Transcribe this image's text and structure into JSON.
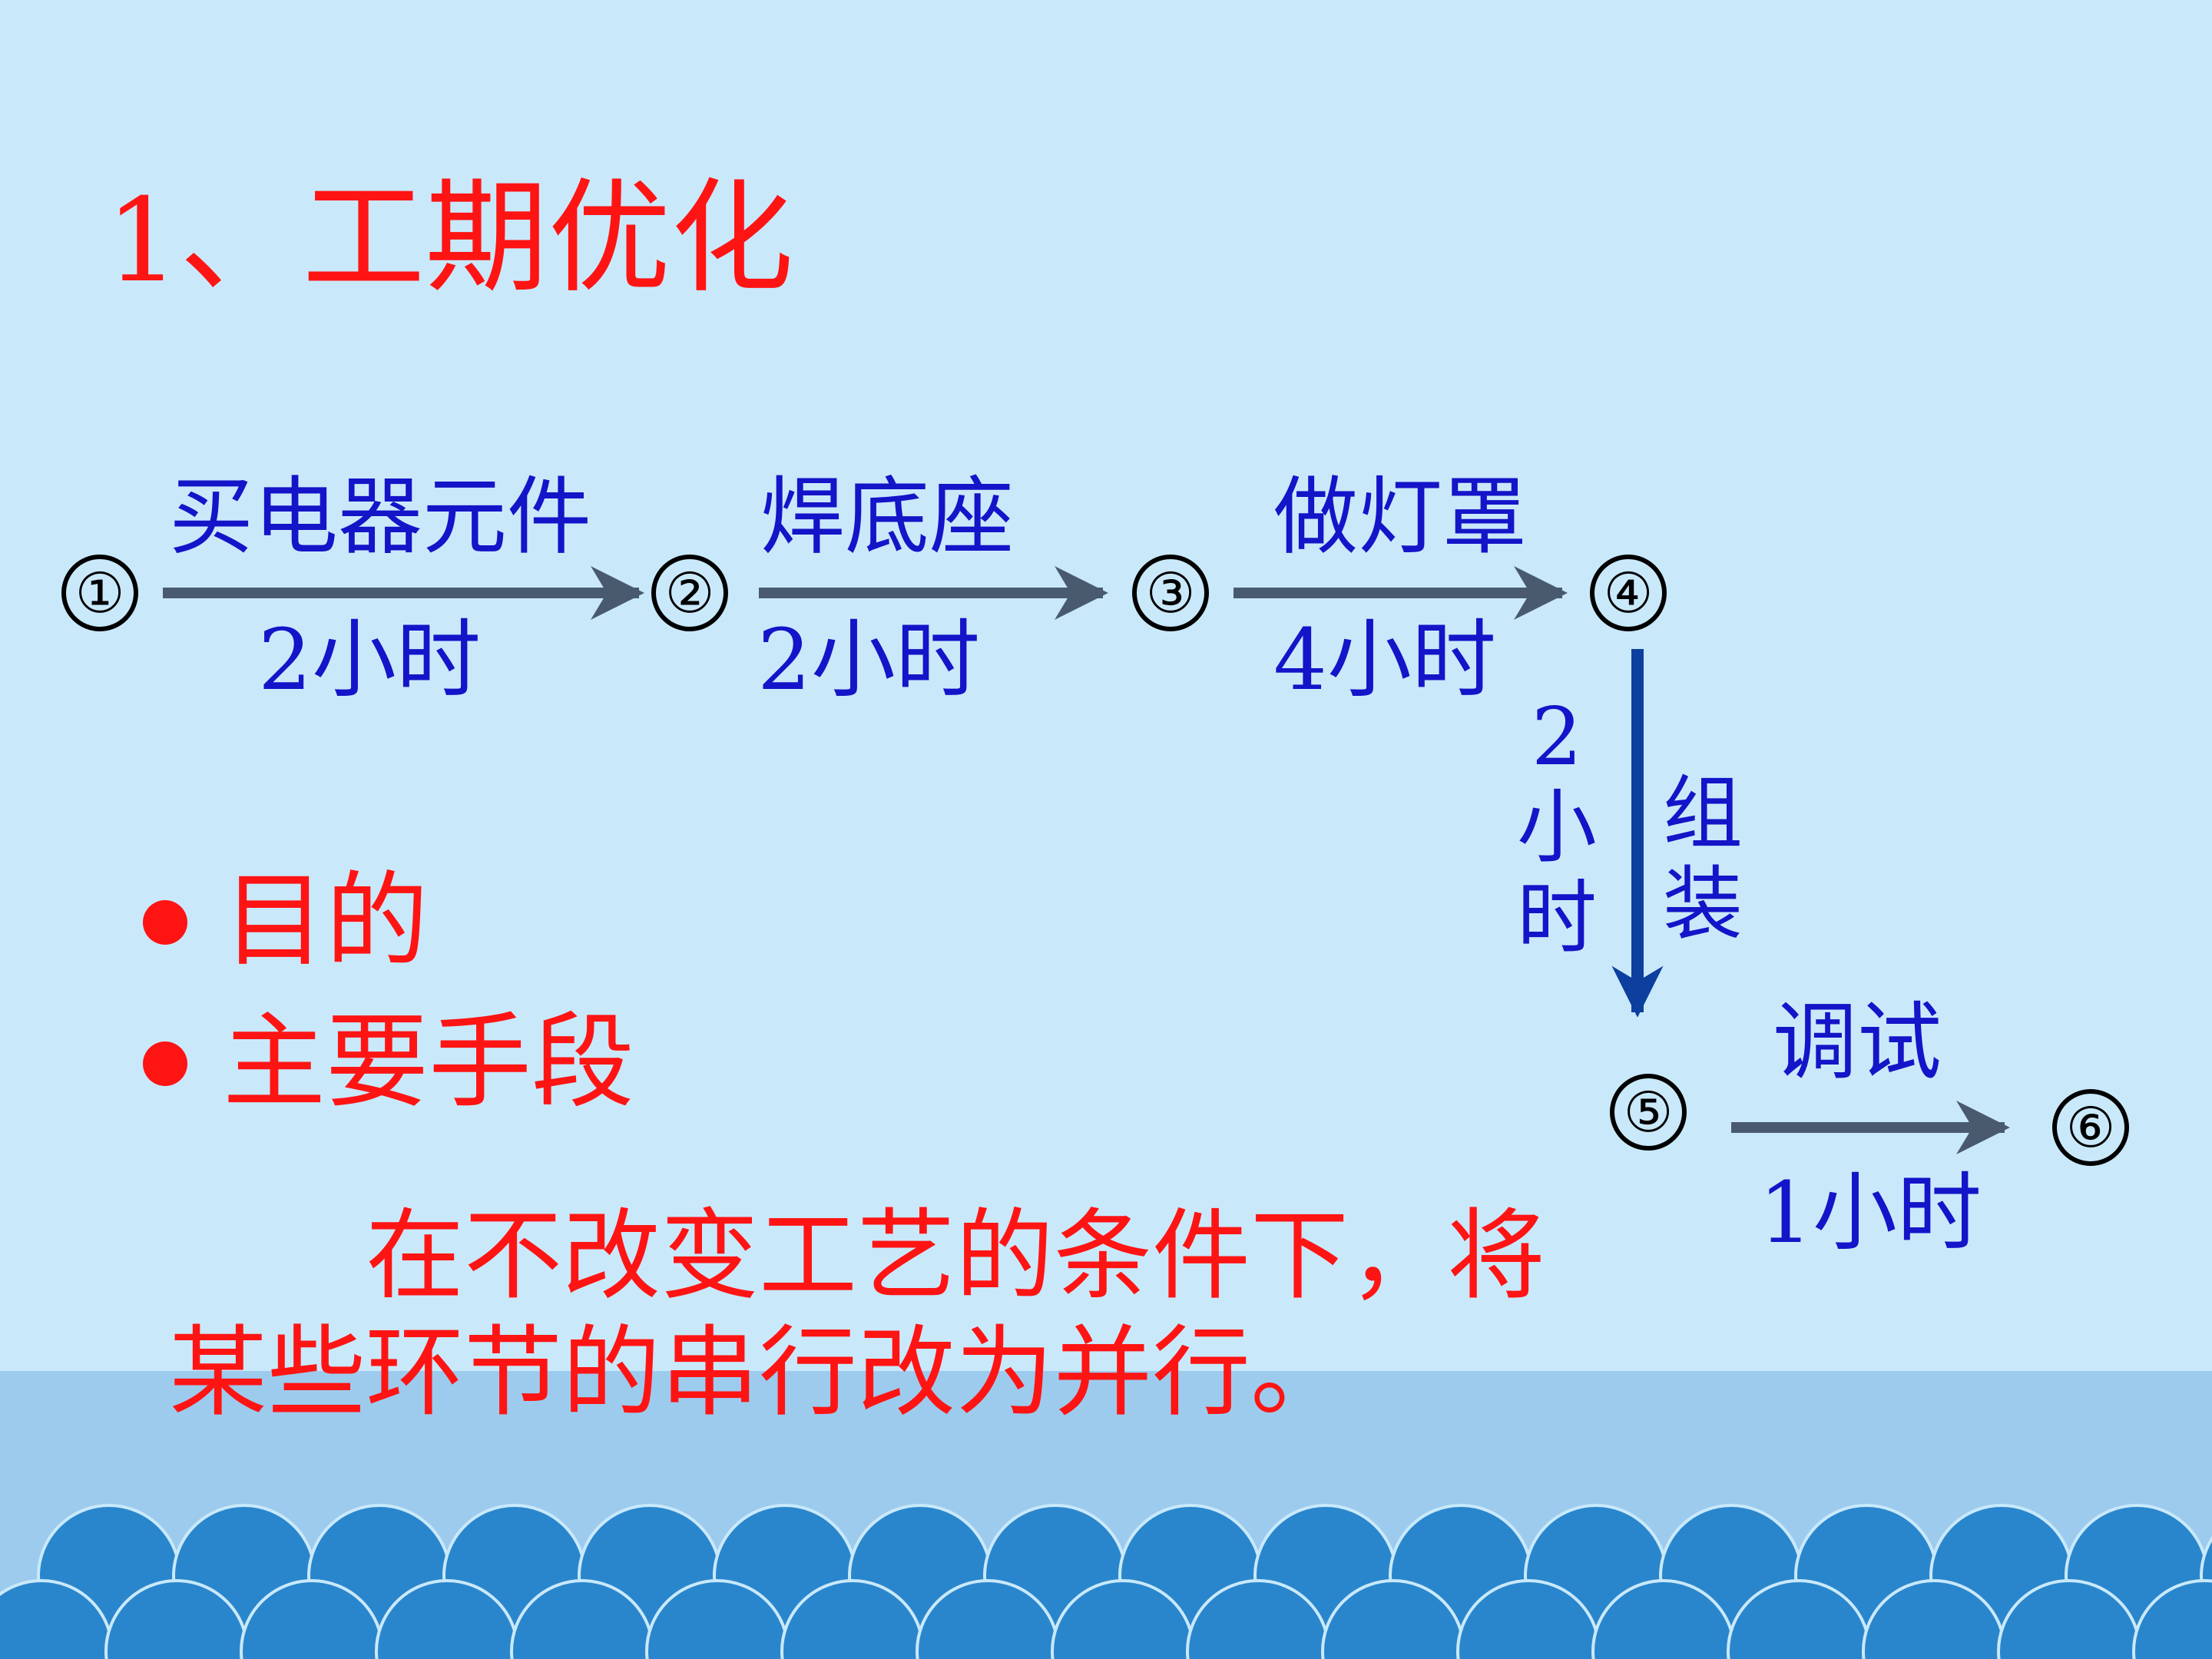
{
  "slide": {
    "title_number": "1",
    "title_text": "、工期优化",
    "bullets": [
      "目的",
      "主要手段"
    ],
    "paragraph": {
      "line1": "在不改变工艺的条件下，将",
      "line2": "某些环节的串行改为并行。"
    }
  },
  "diagram": {
    "nodes": [
      {
        "id": 1,
        "label": "①"
      },
      {
        "id": 2,
        "label": "②"
      },
      {
        "id": 3,
        "label": "③"
      },
      {
        "id": 4,
        "label": "④"
      },
      {
        "id": 5,
        "label": "⑤"
      },
      {
        "id": 6,
        "label": "⑥"
      }
    ],
    "activities": [
      {
        "from": 1,
        "to": 2,
        "name": "买电器元件",
        "duration": "2",
        "unit": "小时"
      },
      {
        "from": 2,
        "to": 3,
        "name": "焊底座",
        "duration": "2",
        "unit": "小时"
      },
      {
        "from": 3,
        "to": 4,
        "name": "做灯罩",
        "duration": "4",
        "unit": "小时"
      },
      {
        "from": 4,
        "to": 5,
        "name": "组装",
        "duration": "2",
        "unit": "小时"
      },
      {
        "from": 5,
        "to": 6,
        "name": "调试",
        "duration": "1",
        "unit": "小时"
      }
    ]
  },
  "colors": {
    "background": "#c9e9fb",
    "title": "#ff1414",
    "diagram_text": "#1414c8",
    "arrow_gray": "#4a5a6e",
    "arrow_blue": "#0d3f9e",
    "wave_light": "#9dcbee",
    "wave_dark": "#2a86cc"
  }
}
